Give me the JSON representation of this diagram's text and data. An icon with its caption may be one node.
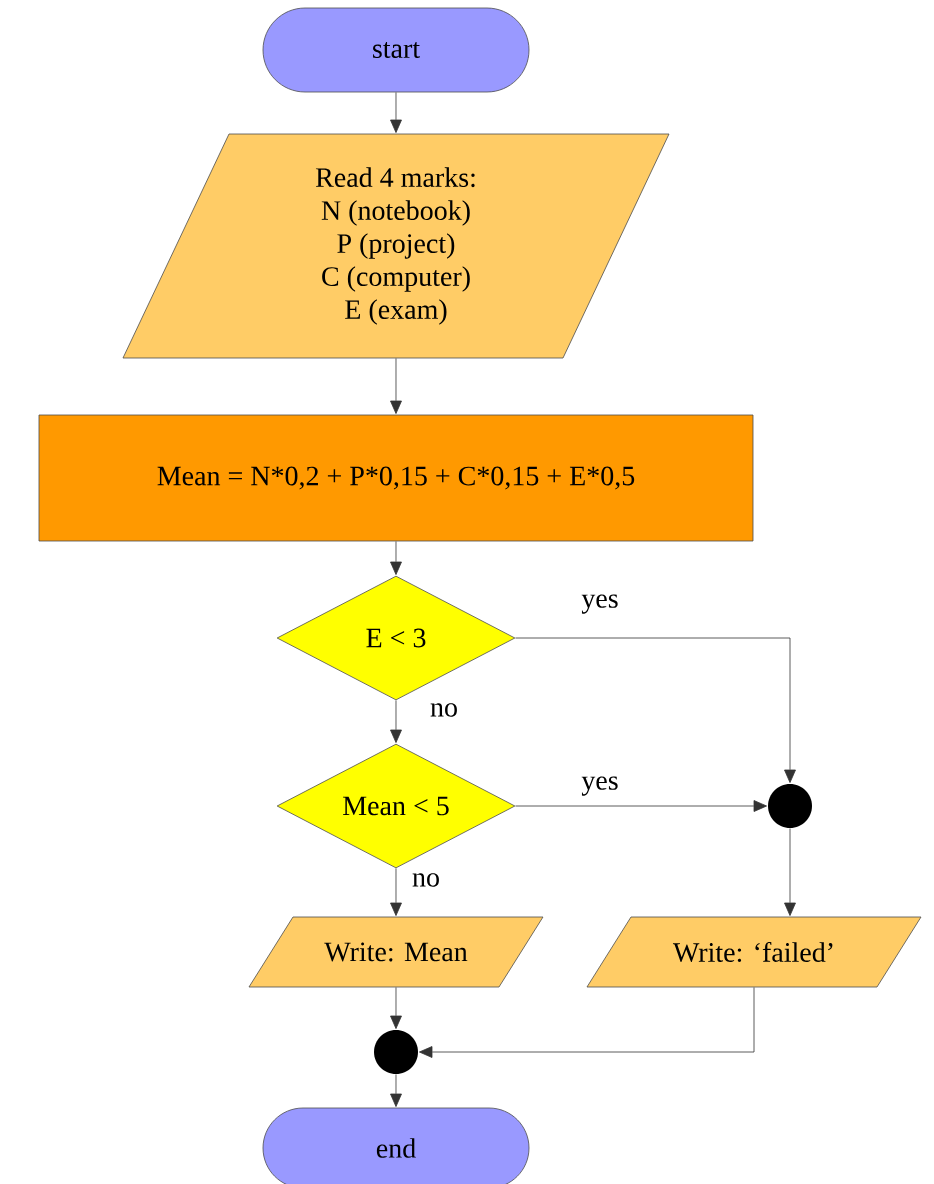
{
  "diagram": {
    "nodes": [
      {
        "text": [
          "start"
        ]
      },
      {
        "text": [
          "Read 4 marks:",
          "N (notebook)",
          "P (project)",
          "C (computer)",
          "E (exam)"
        ]
      },
      {
        "text": [
          "Mean = N*0,2 + P*0,15 + C*0,15 + E*0,5"
        ]
      },
      {
        "text": [
          "E < 3"
        ]
      },
      {
        "text": [
          "Mean < 5"
        ]
      },
      {
        "text": [],
        "shape": "circle"
      },
      {
        "text": [
          "Write: Mean"
        ]
      },
      {
        "text": [
          "Write: ‘failed’"
        ]
      },
      {
        "text": [],
        "shape": "circle"
      },
      {
        "text": [
          "end"
        ]
      }
    ],
    "edges": [
      {
        "from": 0,
        "to": 1,
        "arrow": "to"
      },
      {
        "from": 1,
        "to": 2,
        "arrow": "to"
      },
      {
        "from": 2,
        "to": 3,
        "arrow": "to"
      },
      {
        "from": 3,
        "to": 5,
        "arrow": "to",
        "label": "yes"
      },
      {
        "from": 3,
        "to": 4,
        "arrow": "to",
        "label": "no"
      },
      {
        "from": 4,
        "to": 5,
        "arrow": "to",
        "label": "yes"
      },
      {
        "from": 4,
        "to": 6,
        "arrow": "to",
        "label": "no"
      },
      {
        "from": 5,
        "to": 7,
        "arrow": "to"
      },
      {
        "from": 6,
        "to": 8,
        "arrow": "to"
      },
      {
        "from": 7,
        "to": 8,
        "arrow": "to"
      },
      {
        "from": 8,
        "to": 9,
        "arrow": "to"
      }
    ]
  }
}
